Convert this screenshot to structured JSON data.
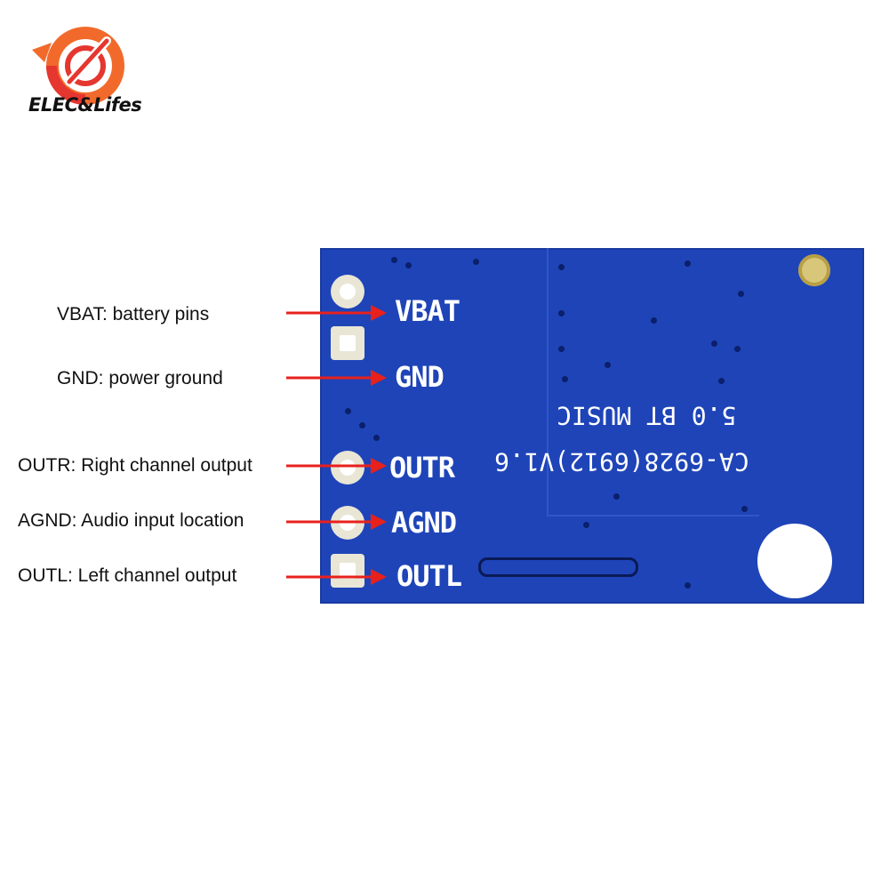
{
  "brand": {
    "name": "ELEC&Lifes",
    "logo_icon": "target-pen-logo",
    "colors": {
      "logo_orange": "#f26a2b",
      "logo_red": "#e5362f"
    }
  },
  "pins": [
    {
      "name": "VBAT",
      "description": "VBAT: battery pins"
    },
    {
      "name": "GND",
      "description": "GND: power ground"
    },
    {
      "name": "OUTR",
      "description": "OUTR: Right channel output"
    },
    {
      "name": "AGND",
      "description": "AGND: Audio input location"
    },
    {
      "name": "OUTL",
      "description": "OUTL: Left channel output"
    }
  ],
  "board": {
    "silkscreen_line1": "5.0 BT MUSIC",
    "silkscreen_line2": "CA-6928(6912)V1.6",
    "colors": {
      "pcb": "#1e44b8",
      "arrow": "#e8211c"
    }
  }
}
